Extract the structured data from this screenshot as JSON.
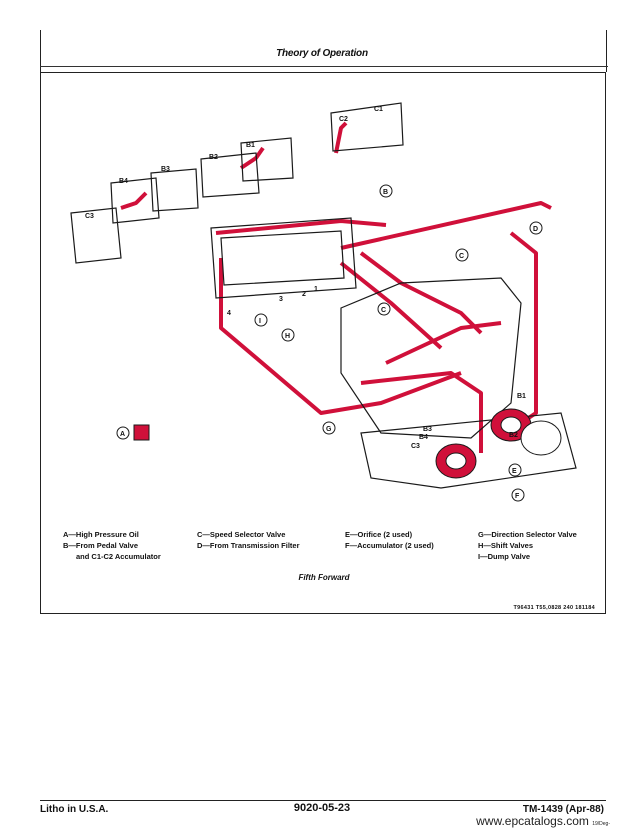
{
  "header": {
    "title": "Theory of Operation"
  },
  "legend": {
    "col1": [
      "A—High Pressure Oil",
      "B—From Pedal Valve",
      "and C1-C2 Accumulator"
    ],
    "col2": [
      "C—Speed Selector Valve",
      "D—From Transmission Filter"
    ],
    "col3": [
      "E—Orifice (2 used)",
      "F—Accumulator (2 used)"
    ],
    "col4": [
      "G—Direction Selector Valve",
      "H—Shift Valves",
      "I—Dump Valve"
    ]
  },
  "figure": {
    "caption": "Fifth Forward",
    "id": "T96431  T55,0828  240  181184",
    "callouts": {
      "a": "A",
      "b": "B",
      "c1": "C",
      "c2": "C",
      "d": "D",
      "e": "E",
      "f": "F",
      "g": "G",
      "h": "H",
      "i": "I",
      "clutch_c1": "C1",
      "clutch_c2": "C2",
      "clutch_b1": "B1",
      "clutch_b2": "B2",
      "clutch_b3": "B3",
      "clutch_b4": "B4",
      "clutch_c3": "C3",
      "acc_b3": "B3",
      "acc_b4": "B4",
      "acc_c3": "C3",
      "acc_b1": "B1",
      "acc_b2": "B2",
      "num1": "1",
      "num2": "2",
      "num3": "3",
      "num4": "4"
    },
    "colors": {
      "oil": "#d0103a",
      "ink": "#1a1a1a"
    }
  },
  "footer": {
    "left": "Litho in U.S.A.",
    "center": "9020-05-23",
    "right": "TM-1439 (Apr-88)",
    "watermark": "www.epcatalogs.com",
    "watermark_small": "19/Deg-"
  }
}
